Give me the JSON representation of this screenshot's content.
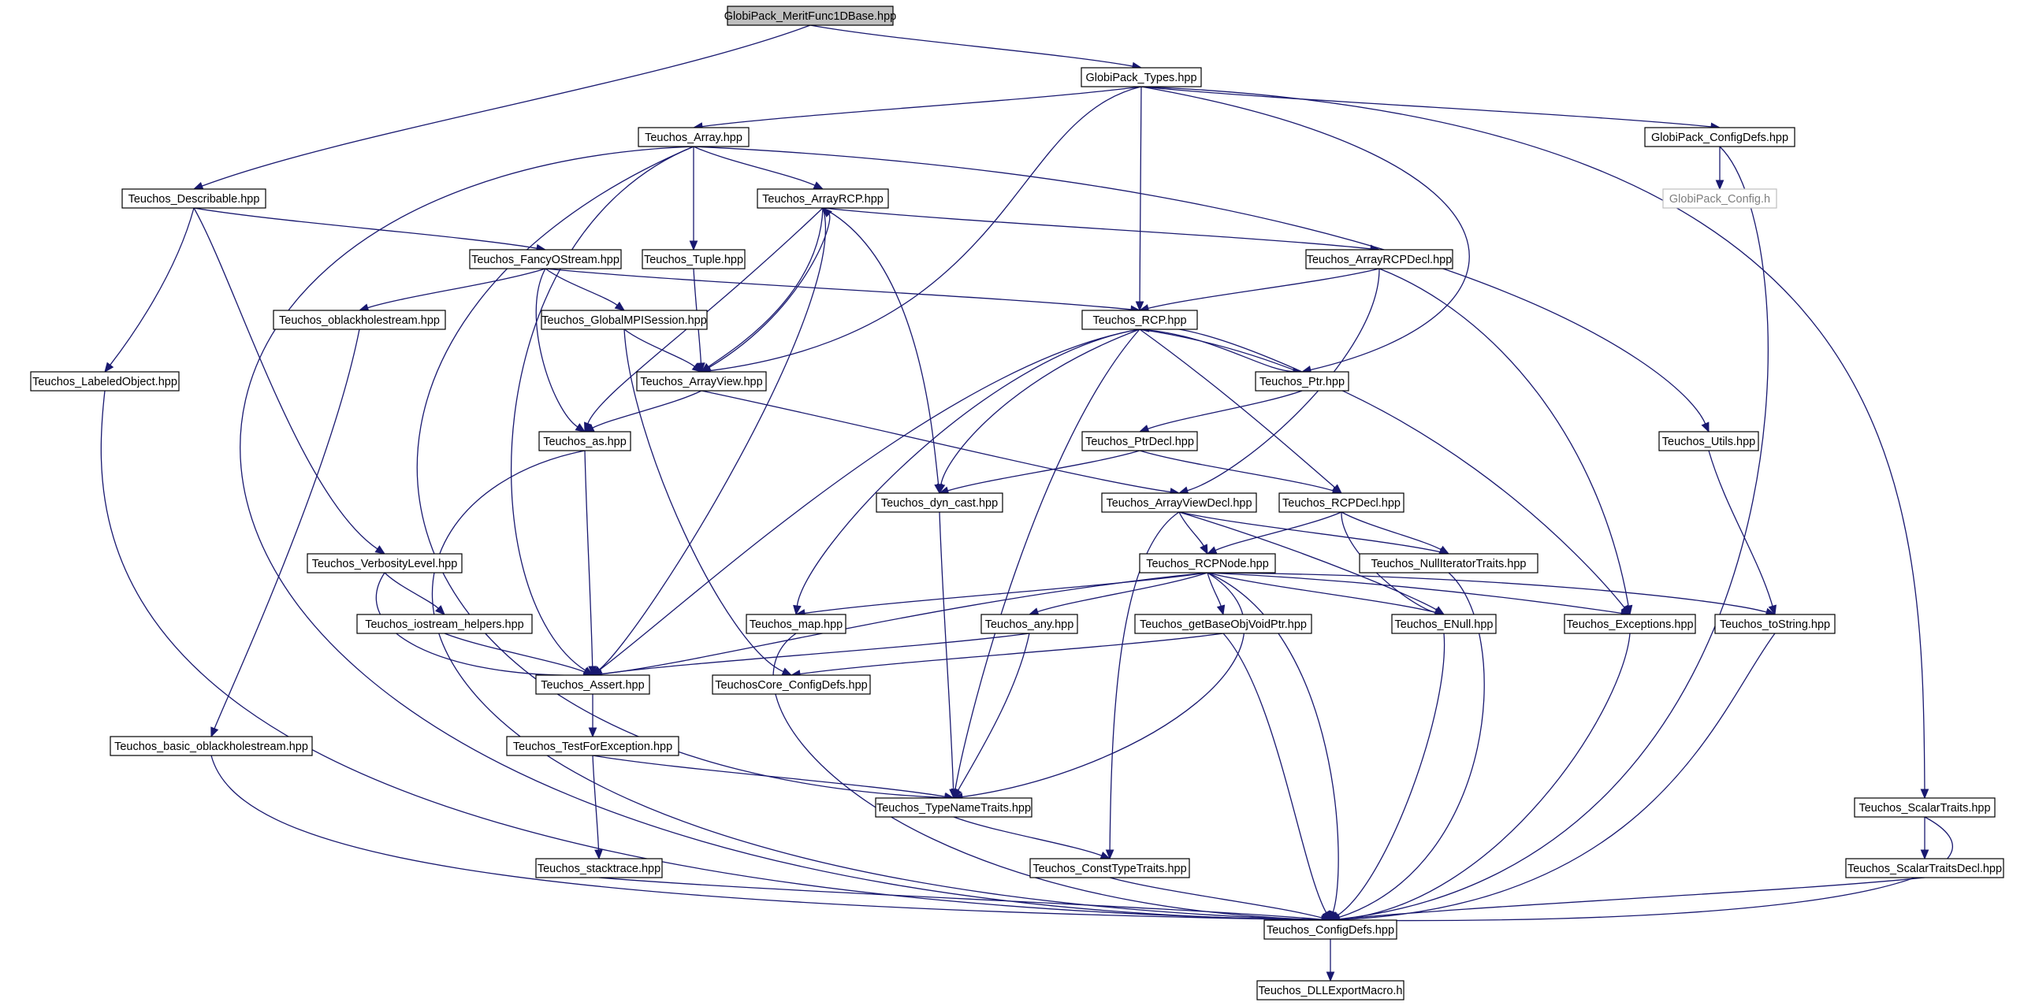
{
  "colors": {
    "edge": "#191970",
    "node_border": "#000000",
    "root_fill": "#bfbfbf",
    "muted_border": "#bfbfbf",
    "muted_text": "#7f7f7f"
  },
  "nodes": [
    {
      "id": "globipack-meritfunc1dbase",
      "label": "GlobiPack_MeritFunc1DBase.hpp",
      "root": true
    },
    {
      "id": "globipack-types",
      "label": "GlobiPack_Types.hpp"
    },
    {
      "id": "teuchos-array",
      "label": "Teuchos_Array.hpp"
    },
    {
      "id": "globipack-configdefs",
      "label": "GlobiPack_ConfigDefs.hpp"
    },
    {
      "id": "teuchos-describable",
      "label": "Teuchos_Describable.hpp"
    },
    {
      "id": "teuchos-arrayrcp",
      "label": "Teuchos_ArrayRCP.hpp"
    },
    {
      "id": "globipack-config",
      "label": "GlobiPack_Config.h",
      "muted": true
    },
    {
      "id": "teuchos-fancyostream",
      "label": "Teuchos_FancyOStream.hpp"
    },
    {
      "id": "teuchos-tuple",
      "label": "Teuchos_Tuple.hpp"
    },
    {
      "id": "teuchos-arrayrcpdecl",
      "label": "Teuchos_ArrayRCPDecl.hpp"
    },
    {
      "id": "teuchos-oblackholestream",
      "label": "Teuchos_oblackholestream.hpp"
    },
    {
      "id": "teuchos-globalmpisession",
      "label": "Teuchos_GlobalMPISession.hpp"
    },
    {
      "id": "teuchos-rcp",
      "label": "Teuchos_RCP.hpp"
    },
    {
      "id": "teuchos-labeledobject",
      "label": "Teuchos_LabeledObject.hpp"
    },
    {
      "id": "teuchos-arrayview",
      "label": "Teuchos_ArrayView.hpp"
    },
    {
      "id": "teuchos-ptr",
      "label": "Teuchos_Ptr.hpp"
    },
    {
      "id": "teuchos-as",
      "label": "Teuchos_as.hpp"
    },
    {
      "id": "teuchos-ptrdecl",
      "label": "Teuchos_PtrDecl.hpp"
    },
    {
      "id": "teuchos-utils",
      "label": "Teuchos_Utils.hpp"
    },
    {
      "id": "teuchos-dyncast",
      "label": "Teuchos_dyn_cast.hpp"
    },
    {
      "id": "teuchos-arrayviewdecl",
      "label": "Teuchos_ArrayViewDecl.hpp"
    },
    {
      "id": "teuchos-rcpdecl",
      "label": "Teuchos_RCPDecl.hpp"
    },
    {
      "id": "teuchos-verbositylevel",
      "label": "Teuchos_VerbosityLevel.hpp"
    },
    {
      "id": "teuchos-rcpnode",
      "label": "Teuchos_RCPNode.hpp"
    },
    {
      "id": "teuchos-nulliteratortraits",
      "label": "Teuchos_NullIteratorTraits.hpp"
    },
    {
      "id": "teuchos-iostream-helpers",
      "label": "Teuchos_iostream_helpers.hpp"
    },
    {
      "id": "teuchos-map",
      "label": "Teuchos_map.hpp"
    },
    {
      "id": "teuchos-any",
      "label": "Teuchos_any.hpp"
    },
    {
      "id": "teuchos-getbaseobjvoidptr",
      "label": "Teuchos_getBaseObjVoidPtr.hpp"
    },
    {
      "id": "teuchos-enull",
      "label": "Teuchos_ENull.hpp"
    },
    {
      "id": "teuchos-exceptions",
      "label": "Teuchos_Exceptions.hpp"
    },
    {
      "id": "teuchos-tostring",
      "label": "Teuchos_toString.hpp"
    },
    {
      "id": "teuchos-assert",
      "label": "Teuchos_Assert.hpp"
    },
    {
      "id": "teuchoscore-configdefs",
      "label": "TeuchosCore_ConfigDefs.hpp"
    },
    {
      "id": "teuchos-basic-oblackholestream",
      "label": "Teuchos_basic_oblackholestream.hpp"
    },
    {
      "id": "teuchos-testforexception",
      "label": "Teuchos_TestForException.hpp"
    },
    {
      "id": "teuchos-typenametraits",
      "label": "Teuchos_TypeNameTraits.hpp"
    },
    {
      "id": "teuchos-scalartraits",
      "label": "Teuchos_ScalarTraits.hpp"
    },
    {
      "id": "teuchos-stacktrace",
      "label": "Teuchos_stacktrace.hpp"
    },
    {
      "id": "teuchos-consttypetraits",
      "label": "Teuchos_ConstTypeTraits.hpp"
    },
    {
      "id": "teuchos-scalartraitsdecl",
      "label": "Teuchos_ScalarTraitsDecl.hpp"
    },
    {
      "id": "teuchos-configdefs",
      "label": "Teuchos_ConfigDefs.hpp"
    },
    {
      "id": "teuchos-dllexportmacro",
      "label": "Teuchos_DLLExportMacro.h"
    }
  ],
  "edges": [
    [
      "globipack-meritfunc1dbase",
      "globipack-types"
    ],
    [
      "globipack-meritfunc1dbase",
      "teuchos-describable"
    ],
    [
      "globipack-types",
      "teuchos-array"
    ],
    [
      "globipack-types",
      "globipack-configdefs"
    ],
    [
      "globipack-types",
      "teuchos-rcp"
    ],
    [
      "globipack-types",
      "teuchos-arrayview"
    ],
    [
      "globipack-types",
      "teuchos-ptr"
    ],
    [
      "globipack-types",
      "teuchos-scalartraits"
    ],
    [
      "globipack-configdefs",
      "globipack-config"
    ],
    [
      "globipack-configdefs",
      "teuchos-configdefs"
    ],
    [
      "teuchos-array",
      "teuchos-arrayrcp"
    ],
    [
      "teuchos-array",
      "teuchos-tuple"
    ],
    [
      "teuchos-array",
      "teuchos-assert"
    ],
    [
      "teuchos-array",
      "teuchos-typenametraits"
    ],
    [
      "teuchos-array",
      "teuchos-utils"
    ],
    [
      "teuchos-array",
      "teuchos-configdefs"
    ],
    [
      "teuchos-describable",
      "teuchos-fancyostream"
    ],
    [
      "teuchos-describable",
      "teuchos-labeledobject"
    ],
    [
      "teuchos-describable",
      "teuchos-verbositylevel"
    ],
    [
      "teuchos-arrayrcp",
      "teuchos-arrayrcpdecl"
    ],
    [
      "teuchos-arrayrcp",
      "teuchos-arrayview"
    ],
    [
      "teuchos-arrayrcp",
      "teuchos-as"
    ],
    [
      "teuchos-arrayrcp",
      "teuchos-dyncast"
    ],
    [
      "teuchos-arrayrcp",
      "teuchos-assert"
    ],
    [
      "teuchos-fancyostream",
      "teuchos-oblackholestream"
    ],
    [
      "teuchos-fancyostream",
      "teuchos-globalmpisession"
    ],
    [
      "teuchos-fancyostream",
      "teuchos-rcp"
    ],
    [
      "teuchos-fancyostream",
      "teuchos-as"
    ],
    [
      "teuchos-tuple",
      "teuchos-arrayview"
    ],
    [
      "teuchos-arrayrcpdecl",
      "teuchos-rcp"
    ],
    [
      "teuchos-arrayrcpdecl",
      "teuchos-arrayviewdecl"
    ],
    [
      "teuchos-arrayrcpdecl",
      "teuchos-exceptions"
    ],
    [
      "teuchos-oblackholestream",
      "teuchos-basic-oblackholestream"
    ],
    [
      "teuchos-globalmpisession",
      "teuchos-arrayview"
    ],
    [
      "teuchos-globalmpisession",
      "teuchoscore-configdefs"
    ],
    [
      "teuchos-rcp",
      "teuchos-ptr"
    ],
    [
      "teuchos-rcp",
      "teuchos-dyncast"
    ],
    [
      "teuchos-rcp",
      "teuchos-rcpdecl"
    ],
    [
      "teuchos-rcp",
      "teuchos-map"
    ],
    [
      "teuchos-rcp",
      "teuchos-assert"
    ],
    [
      "teuchos-rcp",
      "teuchos-typenametraits"
    ],
    [
      "teuchos-rcp",
      "teuchos-exceptions"
    ],
    [
      "teuchos-labeledobject",
      "teuchos-configdefs"
    ],
    [
      "teuchos-arrayview",
      "teuchos-arrayrcp"
    ],
    [
      "teuchos-arrayview",
      "teuchos-as"
    ],
    [
      "teuchos-arrayview",
      "teuchos-arrayviewdecl"
    ],
    [
      "teuchos-ptr",
      "teuchos-rcp"
    ],
    [
      "teuchos-ptr",
      "teuchos-ptrdecl"
    ],
    [
      "teuchos-as",
      "teuchos-assert"
    ],
    [
      "teuchos-as",
      "teuchos-configdefs"
    ],
    [
      "teuchos-ptrdecl",
      "teuchos-dyncast"
    ],
    [
      "teuchos-ptrdecl",
      "teuchos-rcpdecl"
    ],
    [
      "teuchos-utils",
      "teuchos-tostring"
    ],
    [
      "teuchos-dyncast",
      "teuchos-typenametraits"
    ],
    [
      "teuchos-arrayviewdecl",
      "teuchos-rcpnode"
    ],
    [
      "teuchos-arrayviewdecl",
      "teuchos-nulliteratortraits"
    ],
    [
      "teuchos-arrayviewdecl",
      "teuchos-enull"
    ],
    [
      "teuchos-arrayviewdecl",
      "teuchos-consttypetraits"
    ],
    [
      "teuchos-rcpdecl",
      "teuchos-rcpnode"
    ],
    [
      "teuchos-rcpdecl",
      "teuchos-nulliteratortraits"
    ],
    [
      "teuchos-rcpdecl",
      "teuchos-enull"
    ],
    [
      "teuchos-verbositylevel",
      "teuchos-iostream-helpers"
    ],
    [
      "teuchos-verbositylevel",
      "teuchos-assert"
    ],
    [
      "teuchos-rcpnode",
      "teuchos-map"
    ],
    [
      "teuchos-rcpnode",
      "teuchos-any"
    ],
    [
      "teuchos-rcpnode",
      "teuchos-getbaseobjvoidptr"
    ],
    [
      "teuchos-rcpnode",
      "teuchos-enull"
    ],
    [
      "teuchos-rcpnode",
      "teuchos-exceptions"
    ],
    [
      "teuchos-rcpnode",
      "teuchos-tostring"
    ],
    [
      "teuchos-rcpnode",
      "teuchos-assert"
    ],
    [
      "teuchos-rcpnode",
      "teuchos-typenametraits"
    ],
    [
      "teuchos-rcpnode",
      "teuchos-configdefs"
    ],
    [
      "teuchos-nulliteratortraits",
      "teuchos-configdefs"
    ],
    [
      "teuchos-iostream-helpers",
      "teuchos-assert"
    ],
    [
      "teuchos-map",
      "teuchos-configdefs"
    ],
    [
      "teuchos-any",
      "teuchos-assert"
    ],
    [
      "teuchos-any",
      "teuchos-typenametraits"
    ],
    [
      "teuchos-getbaseobjvoidptr",
      "teuchoscore-configdefs"
    ],
    [
      "teuchos-getbaseobjvoidptr",
      "teuchos-configdefs"
    ],
    [
      "teuchos-enull",
      "teuchos-configdefs"
    ],
    [
      "teuchos-exceptions",
      "teuchos-configdefs"
    ],
    [
      "teuchos-tostring",
      "teuchos-configdefs"
    ],
    [
      "teuchos-assert",
      "teuchos-testforexception"
    ],
    [
      "teuchos-basic-oblackholestream",
      "teuchos-configdefs"
    ],
    [
      "teuchos-testforexception",
      "teuchos-typenametraits"
    ],
    [
      "teuchos-testforexception",
      "teuchos-stacktrace"
    ],
    [
      "teuchos-typenametraits",
      "teuchos-consttypetraits"
    ],
    [
      "teuchos-scalartraits",
      "teuchos-scalartraitsdecl"
    ],
    [
      "teuchos-scalartraits",
      "teuchos-configdefs"
    ],
    [
      "teuchos-stacktrace",
      "teuchos-configdefs"
    ],
    [
      "teuchos-consttypetraits",
      "teuchos-configdefs"
    ],
    [
      "teuchos-scalartraitsdecl",
      "teuchos-configdefs"
    ],
    [
      "teuchos-configdefs",
      "teuchos-dllexportmacro"
    ]
  ]
}
